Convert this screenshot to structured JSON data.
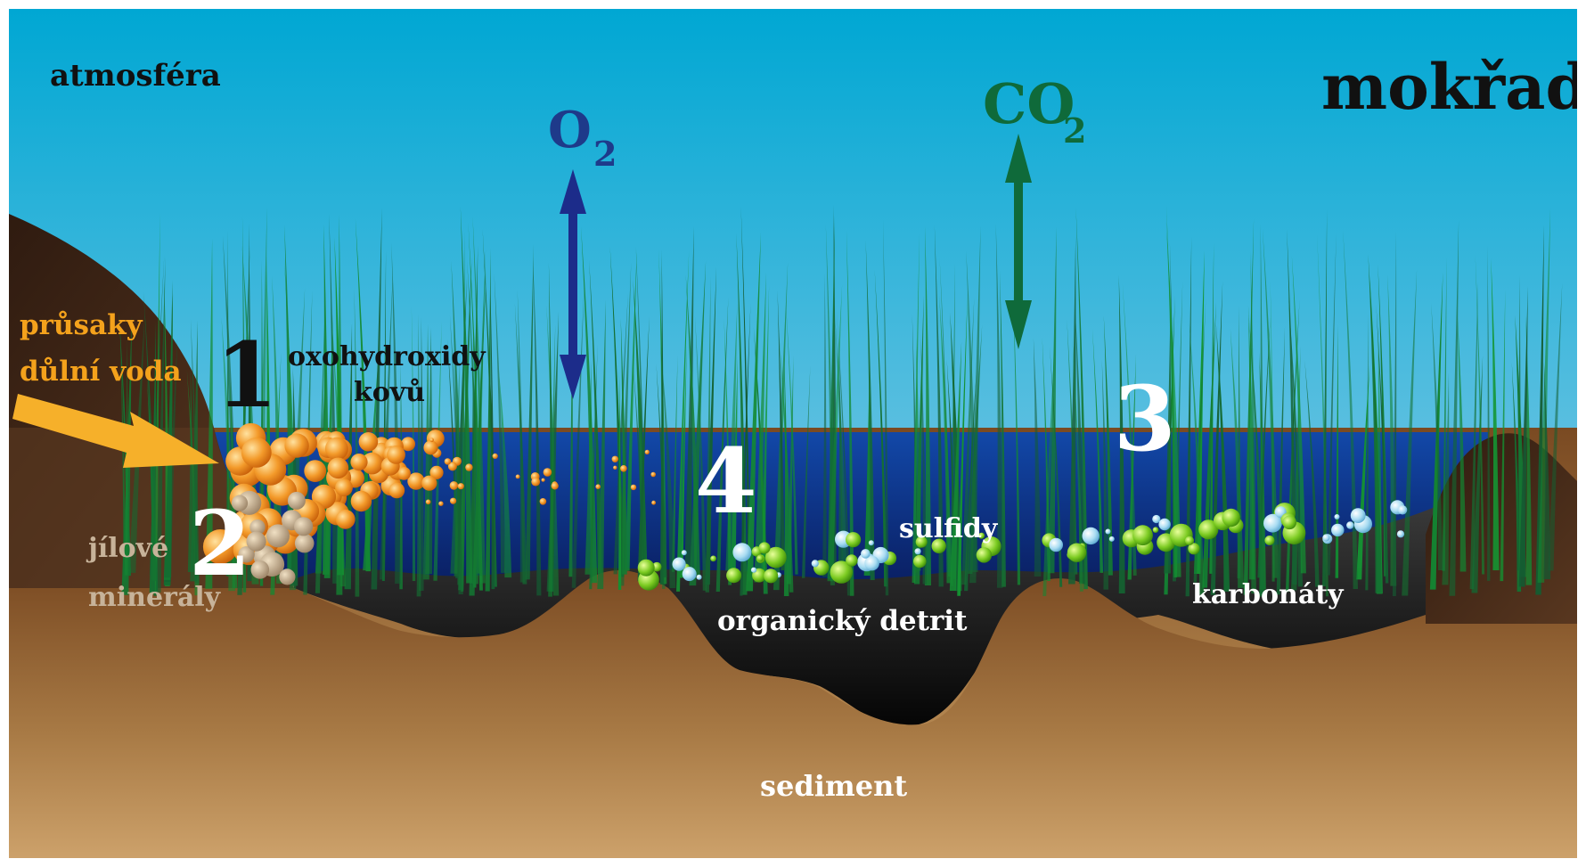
{
  "title": "mokřad",
  "labels": {
    "atmosphere": "atmosféra",
    "seepage_line1": "průsaky",
    "seepage_line2": "důlní voda",
    "oxyhydroxides_line1": "oxohydroxidy",
    "oxyhydroxides_line2": "kovů",
    "clay_line1": "jílové",
    "clay_line2": "minerály",
    "sulfides": "sulfidy",
    "carbonates": "karbonáty",
    "organic_detritus": "organický detrit",
    "sediment": "sediment"
  },
  "gases": {
    "o2_main": "O",
    "o2_sub": "2",
    "co2_main": "CO",
    "co2_sub": "2"
  },
  "numbers": {
    "n1": "1",
    "n2": "2",
    "n3": "3",
    "n4": "4"
  },
  "colors": {
    "sky_top": "#00a8d4",
    "sky_bottom": "#8fd0e6",
    "water": "#0d2d7a",
    "grass": "#1a7a3a",
    "soil_dark": "#3d2416",
    "sediment_top": "#8a5a2b",
    "sediment_bottom": "#c9a068",
    "detritus": "#1a1a1a",
    "o2_color": "#1e3a8a",
    "co2_color": "#0f6a3a",
    "seepage_color": "#f4a21c",
    "clay_color": "#c7b39a",
    "iron_particle": "#f08a1c",
    "sulfide_particle": "#6cc21c",
    "carbonate_particle": "#9ad4ee"
  }
}
